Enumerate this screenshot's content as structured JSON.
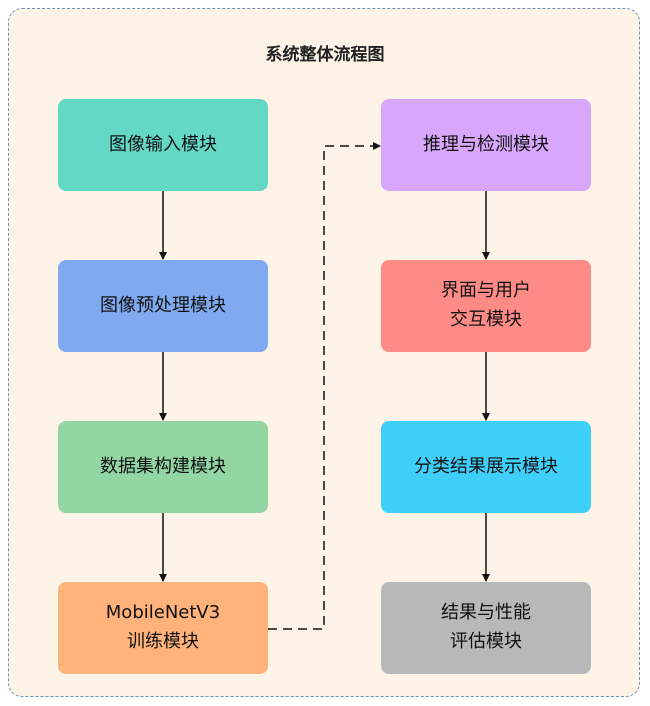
{
  "title": "系统整体流程图",
  "modules": {
    "image_input": {
      "line1": "图像输入模块",
      "line2": "",
      "color": "#63d8c4"
    },
    "preprocess": {
      "line1": "图像预处理模块",
      "line2": "",
      "color": "#80aaf0"
    },
    "dataset": {
      "line1": "数据集构建模块",
      "line2": "",
      "color": "#92d6a4"
    },
    "training": {
      "line1": "MobileNetV3",
      "line2": "训练模块",
      "color": "#ffb27a"
    },
    "inference": {
      "line1": "推理与检测模块",
      "line2": "",
      "color": "#d8a6fb"
    },
    "ui": {
      "line1": "界面与用户",
      "line2": "交互模块",
      "color": "#ff8b86"
    },
    "result_display": {
      "line1": "分类结果展示模块",
      "line2": "",
      "color": "#3ed0fb"
    },
    "evaluation": {
      "line1": "结果与性能",
      "line2": "评估模块",
      "color": "#b8b8b8"
    }
  },
  "colors": {
    "frame_bg": "#fdf3e7",
    "frame_border": "#6f8fbd",
    "arrow": "#111111"
  }
}
